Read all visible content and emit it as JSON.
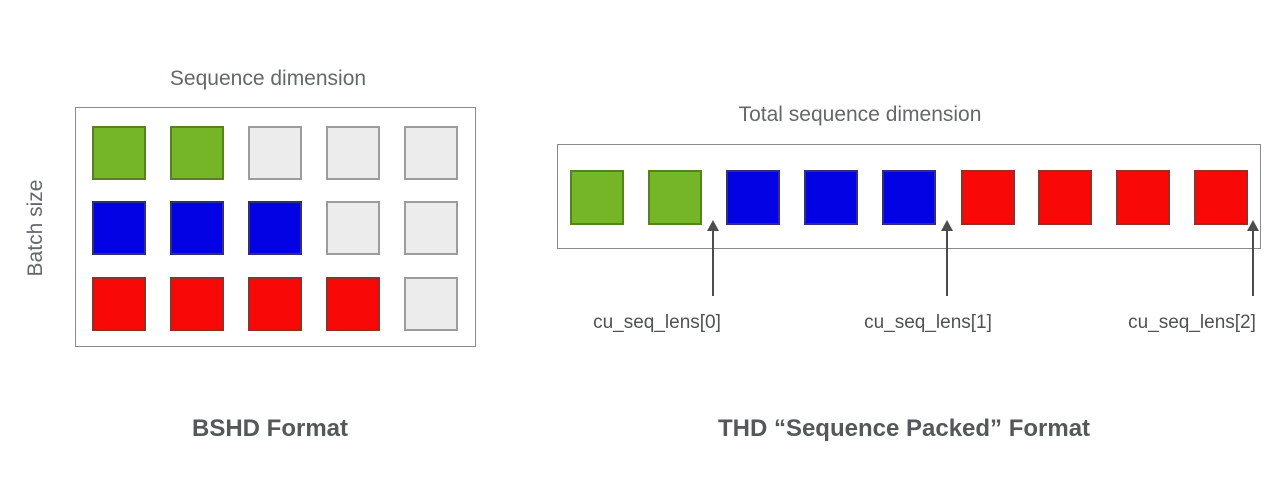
{
  "colors": {
    "background": "#ffffff",
    "box_border": "#8a8a8a",
    "arrow": "#4d4d4d",
    "title_text": "#64686b",
    "label_text": "#4e5254",
    "caption_text": "#55585a"
  },
  "cell_styles": {
    "green": {
      "fill": "#75B629",
      "border": "#55821F"
    },
    "blue": {
      "fill": "#0202E4",
      "border": "#2F2F7A"
    },
    "red": {
      "fill": "#F90808",
      "border": "#903028"
    },
    "empty": {
      "fill": "#ECECEC",
      "border": "#9C9C9C"
    }
  },
  "bshd": {
    "title": "Sequence dimension",
    "y_axis_label": "Batch size",
    "caption": "BSHD Format",
    "grid": [
      [
        "green",
        "green",
        "empty",
        "empty",
        "empty"
      ],
      [
        "blue",
        "blue",
        "blue",
        "empty",
        "empty"
      ],
      [
        "red",
        "red",
        "red",
        "red",
        "empty"
      ]
    ]
  },
  "thd": {
    "title": "Total sequence dimension",
    "caption": "THD “Sequence Packed” Format",
    "cells": [
      "green",
      "green",
      "blue",
      "blue",
      "blue",
      "red",
      "red",
      "red",
      "red"
    ],
    "markers": [
      {
        "label": "cu_seq_lens[0]"
      },
      {
        "label": "cu_seq_lens[1]"
      },
      {
        "label": "cu_seq_lens[2]"
      }
    ]
  }
}
